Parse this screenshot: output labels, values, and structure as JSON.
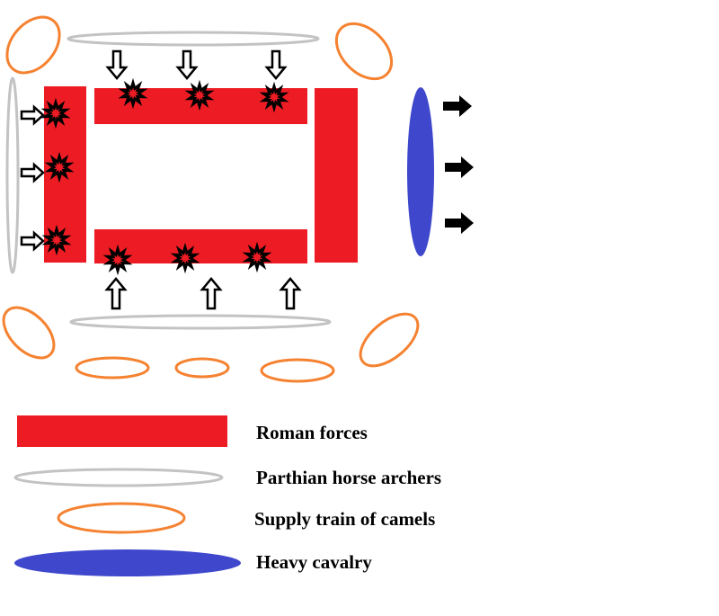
{
  "colors": {
    "roman": "#ED1C24",
    "parthian_stroke": "#C3C3C3",
    "camel_stroke": "#F58231",
    "heavy_cavalry": "#3F48CC",
    "burst_fill": "#ED1C24",
    "burst_stroke": "#000000",
    "arrow_outline": "#000000",
    "arrow_solid": "#000000",
    "background": "#FFFFFF"
  },
  "icons": {
    "inward_arrow": "hollow-arrow-icon",
    "outward_arrow": "solid-arrow-icon",
    "impact": "explosion-burst-icon"
  },
  "legend": {
    "roman": "Roman forces",
    "parthian": "Parthian horse archers",
    "camels": "Supply train of camels",
    "heavy_cavalry": "Heavy cavalry"
  }
}
